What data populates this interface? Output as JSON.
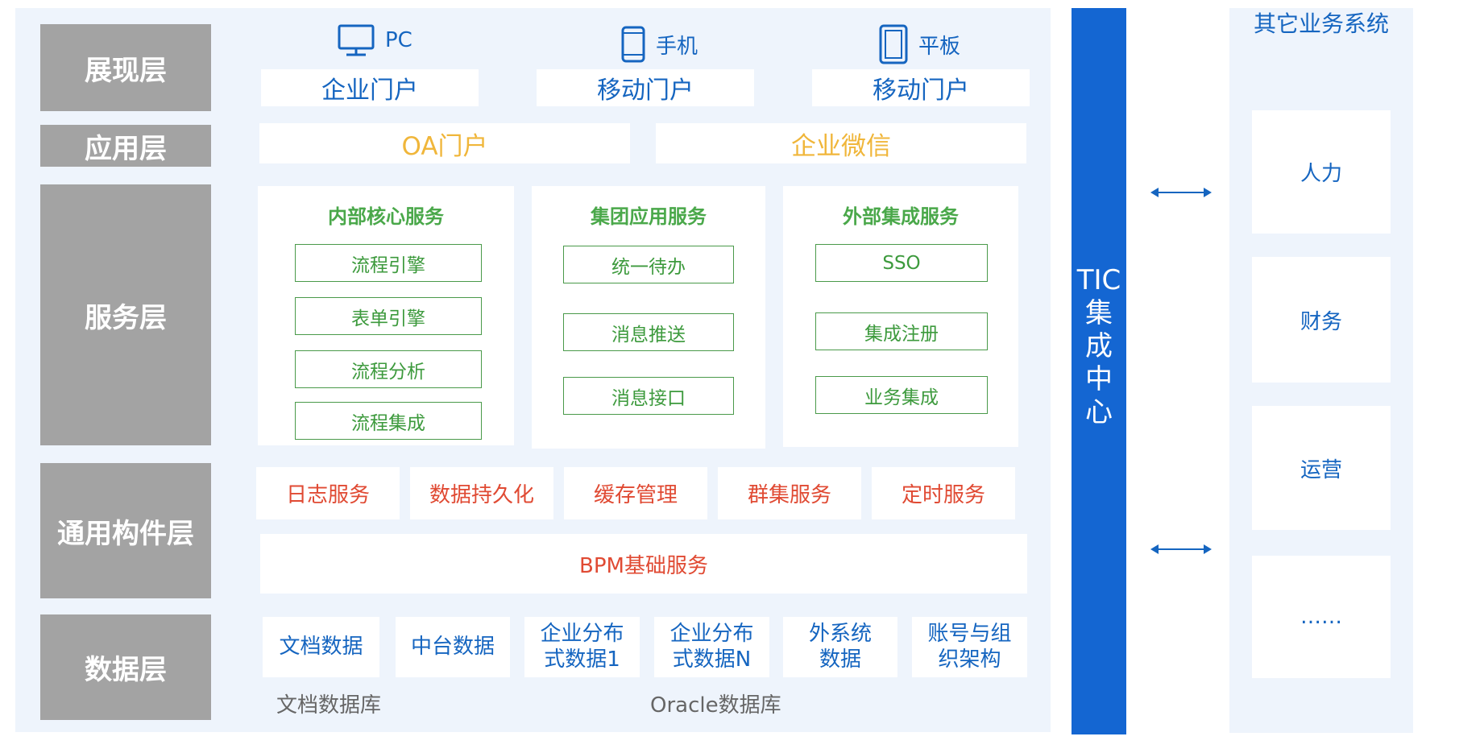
{
  "layers": {
    "presentation": "展现层",
    "application": "应用层",
    "service": "服务层",
    "common": "通用构件层",
    "data": "数据层"
  },
  "devices": [
    {
      "label": "PC",
      "icon": "monitor-icon"
    },
    {
      "label": "手机",
      "icon": "phone-icon"
    },
    {
      "label": "平板",
      "icon": "tablet-icon"
    }
  ],
  "portals": [
    "企业门户",
    "移动门户",
    "移动门户"
  ],
  "apps": [
    "OA门户",
    "企业微信"
  ],
  "services": [
    {
      "title": "内部核心服务",
      "items": [
        "流程引擎",
        "表单引擎",
        "流程分析",
        "流程集成"
      ]
    },
    {
      "title": "集团应用服务",
      "items": [
        "统一待办",
        "消息推送",
        "消息接口"
      ]
    },
    {
      "title": "外部集成服务",
      "items": [
        "SSO",
        "集成注册",
        "业务集成"
      ]
    }
  ],
  "common": {
    "items": [
      "日志服务",
      "数据持久化",
      "缓存管理",
      "群集服务",
      "定时服务"
    ],
    "base": "BPM基础服务"
  },
  "data": {
    "items": [
      [
        "文档数据"
      ],
      [
        "中台数据"
      ],
      [
        "企业分布",
        "式数据1"
      ],
      [
        "企业分布",
        "式数据N"
      ],
      [
        "外系统",
        "数据"
      ],
      [
        "账号与组",
        "织架构"
      ]
    ],
    "db_doc": "文档数据库",
    "db_oracle": "Oracle数据库"
  },
  "tic": {
    "line1": "TIC",
    "line2": "集",
    "line3": "成",
    "line4": "中",
    "line5": "心"
  },
  "other_systems": {
    "title": "其它业务系统",
    "items": [
      "人力",
      "财务",
      "运营",
      "……"
    ]
  },
  "colors": {
    "panel_bg": "#eef4fc",
    "layer_label_bg": "#a3a3a3",
    "blue_text": "#1565c0",
    "tic_bar": "#1466d2",
    "yellow_text": "#f0b63a",
    "green_text": "#3d9a3d",
    "red_text": "#e04a33"
  }
}
